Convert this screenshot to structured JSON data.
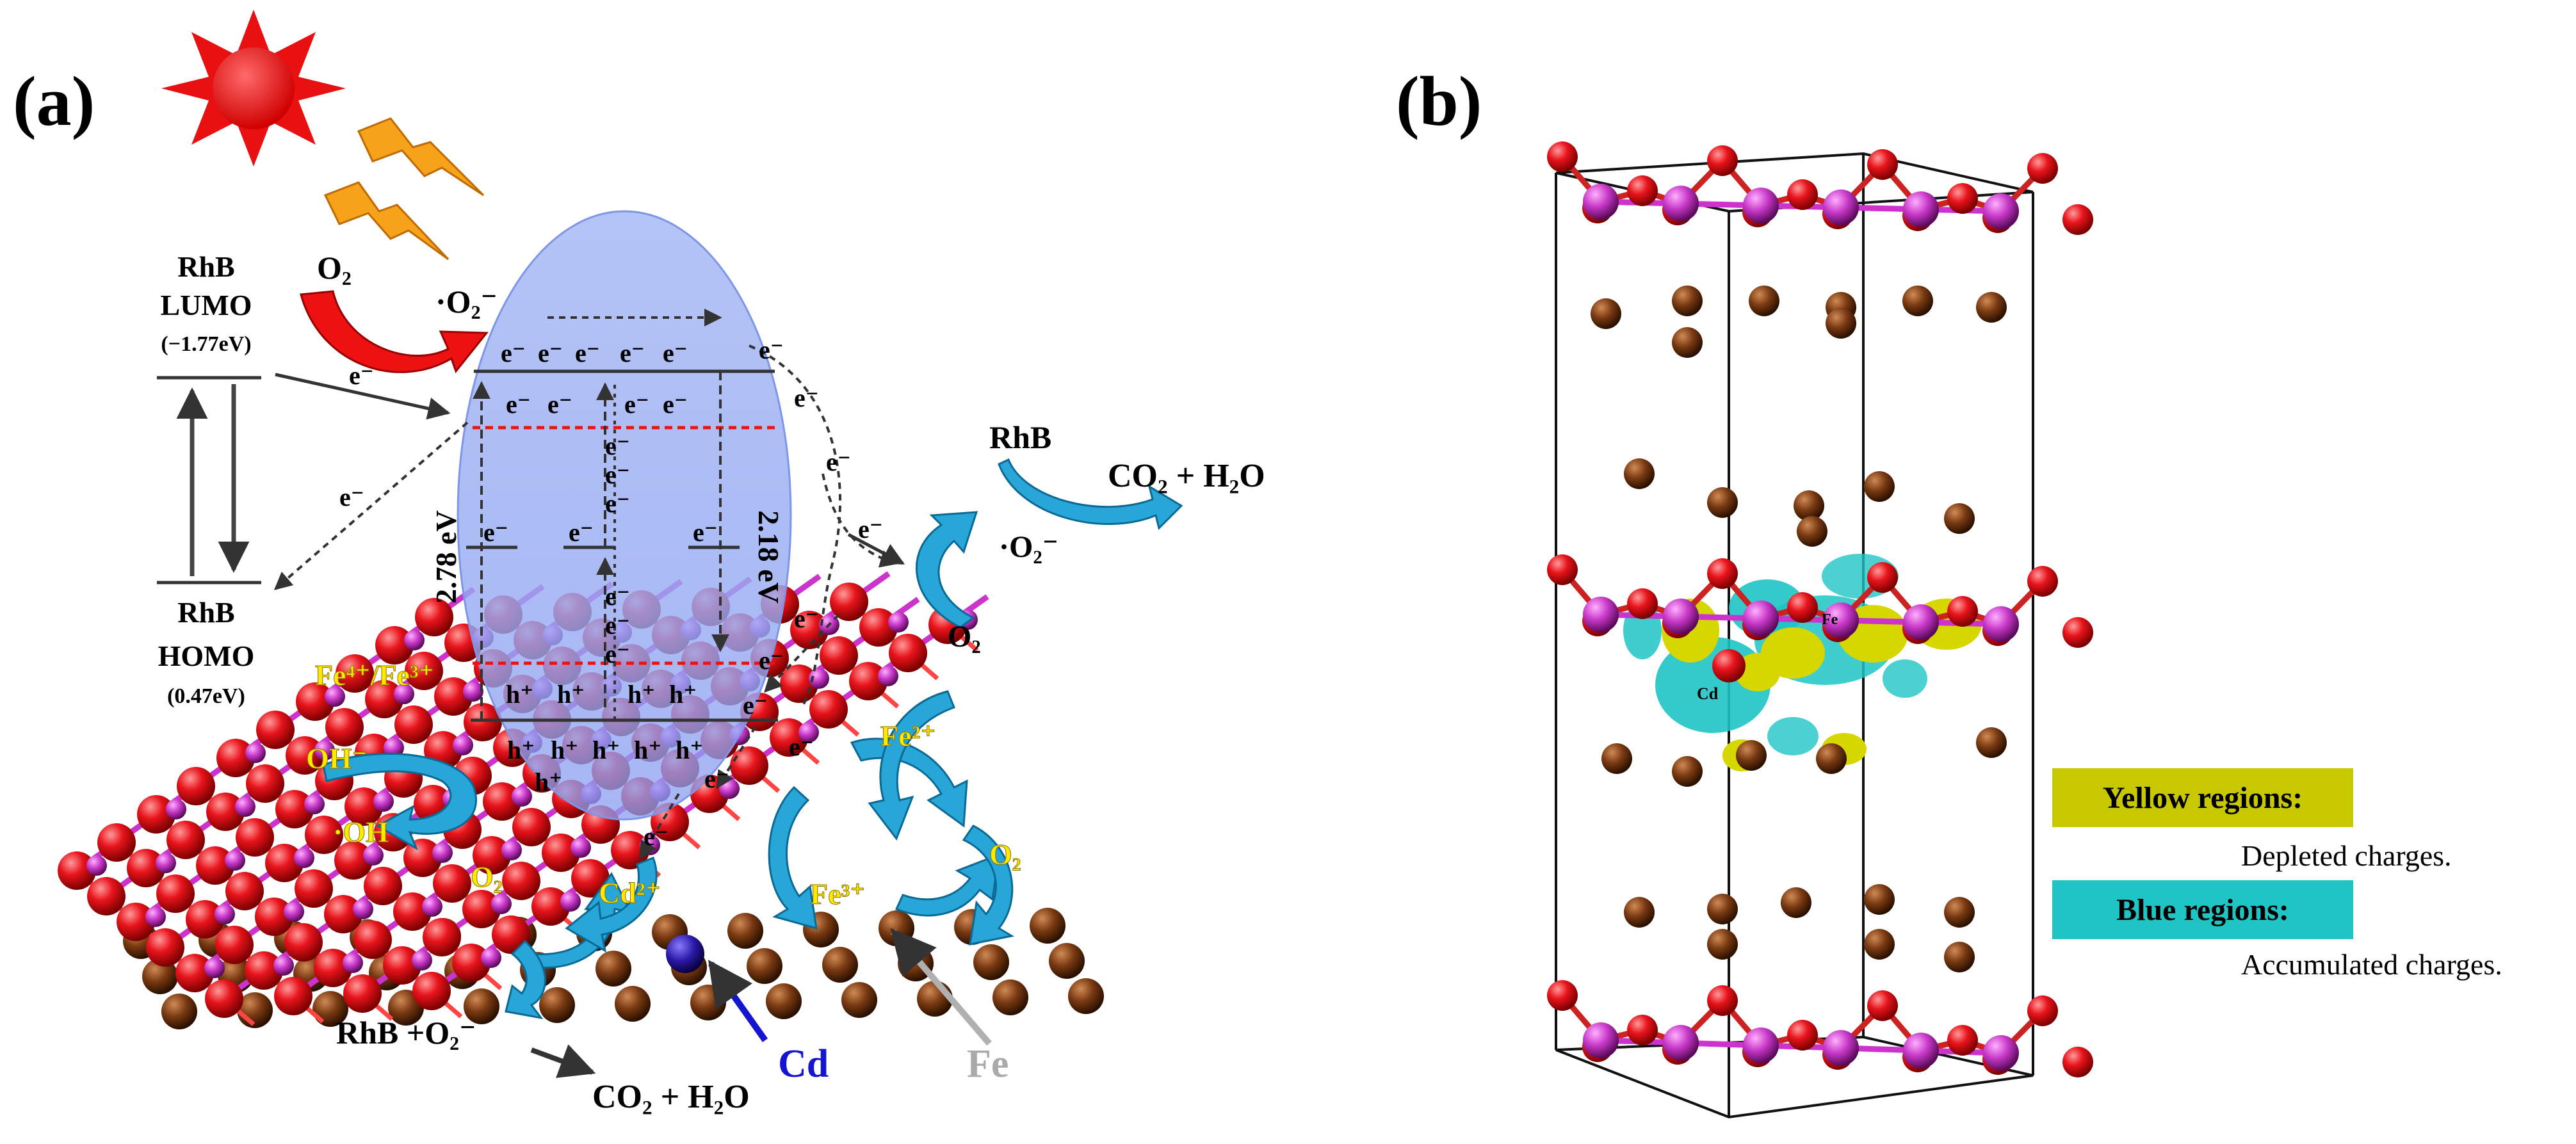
{
  "panel_a": {
    "label": "(a)",
    "lumo": {
      "line1": "RhB",
      "line2": "LUMO",
      "value": "(−1.77eV)"
    },
    "homo": {
      "line1": "RhB",
      "line2": "HOMO",
      "value": "(0.47eV)"
    },
    "electron": "e⁻",
    "hole": "h⁺",
    "gap_left": "2.78 eV",
    "gap_right": "2.18 eV",
    "o2": "O₂",
    "superoxide": "·O₂⁻",
    "rhb": "RhB",
    "products": "CO₂ + H₂O",
    "rhb_plus_superoxide": "RhB  +O₂⁻",
    "fe43": "Fe⁴⁺/Fe³⁺",
    "oh_minus": "OH⁻",
    "oh_radical": "·OH",
    "cd2": "Cd²⁺",
    "fe2": "Fe²⁺",
    "fe3": "Fe³⁺",
    "cd_label": "Cd",
    "fe_label": "Fe"
  },
  "panel_b": {
    "label": "(b)",
    "atom_fe": "Fe",
    "atom_cd": "Cd",
    "legend": [
      {
        "title": "Yellow regions:",
        "desc": "Depleted charges.",
        "color": "#c8c800"
      },
      {
        "title": "Blue regions:",
        "desc": "Accumulated charges.",
        "color": "#1fc4c4"
      }
    ]
  },
  "colors": {
    "oxygen": "#e8141c",
    "bond_magenta": "#cc33cc",
    "metal_brown": "#7a3a12",
    "cadmium": "#2a1aa8",
    "ellipse_blue": "#8ea6f0",
    "arrow_blue": "#29a6d8",
    "label_yellow": "#ffea00",
    "sun_red": "#ee1111",
    "bolt_orange": "#f39c12"
  }
}
